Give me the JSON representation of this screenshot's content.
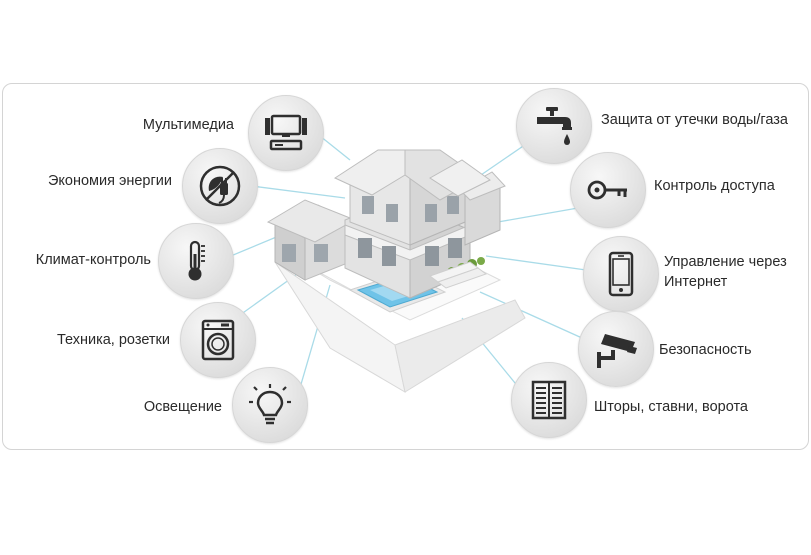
{
  "features": {
    "multimedia": "Мультимедиа",
    "energy": "Экономия энергии",
    "climate": "Климат-контроль",
    "appliances": "Техника, розетки",
    "lighting": "Освещение",
    "leak": "Защита от утечки воды/газа",
    "access": "Контроль доступа",
    "internet_line1": "Управление через",
    "internet_line2": "Интернет",
    "security": "Безопасность",
    "blinds": "Шторы, ставни, ворота"
  },
  "colors": {
    "connector": "#a9dbe8",
    "icon": "#2f2f2f",
    "circle": "#e4e4e4"
  }
}
